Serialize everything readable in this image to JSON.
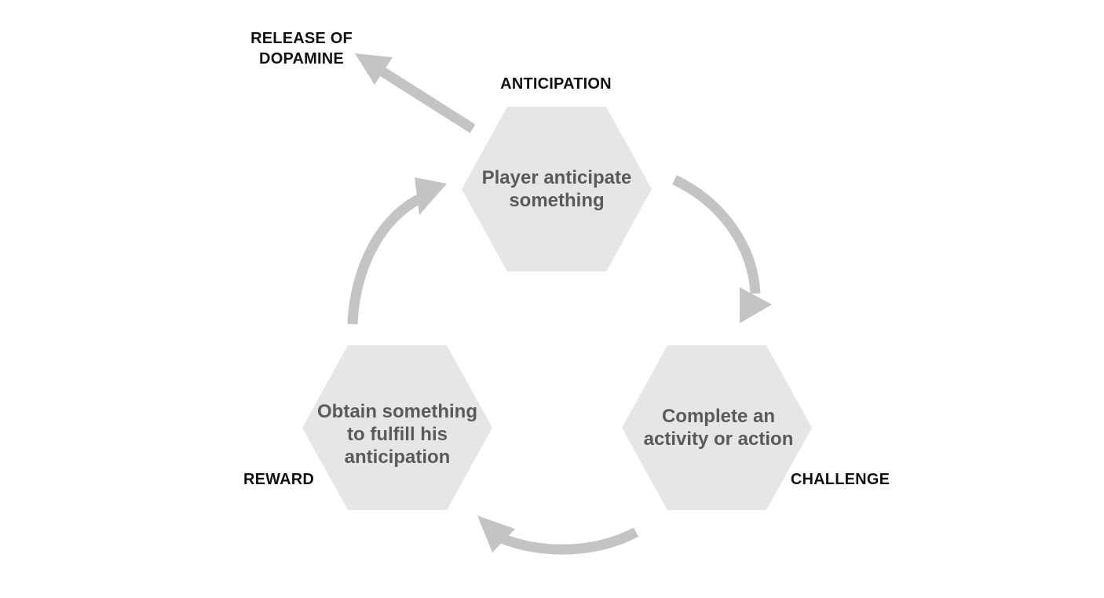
{
  "colors": {
    "hexagon_fill": "#e6e6e6",
    "arrow": "#c4c4c4",
    "label_text": "#111111",
    "hexagon_text": "#5a5a5a",
    "background": "#ffffff"
  },
  "labels": {
    "release": "RELEASE OF\nDOPAMINE",
    "anticipation": "ANTICIPATION",
    "challenge": "CHALLENGE",
    "reward": "REWARD"
  },
  "nodes": {
    "anticipation_text": "Player anticipate\nsomething",
    "challenge_text": "Complete an\nactivity or action",
    "reward_text": "Obtain something\nto fulfill his\nanticipation"
  }
}
